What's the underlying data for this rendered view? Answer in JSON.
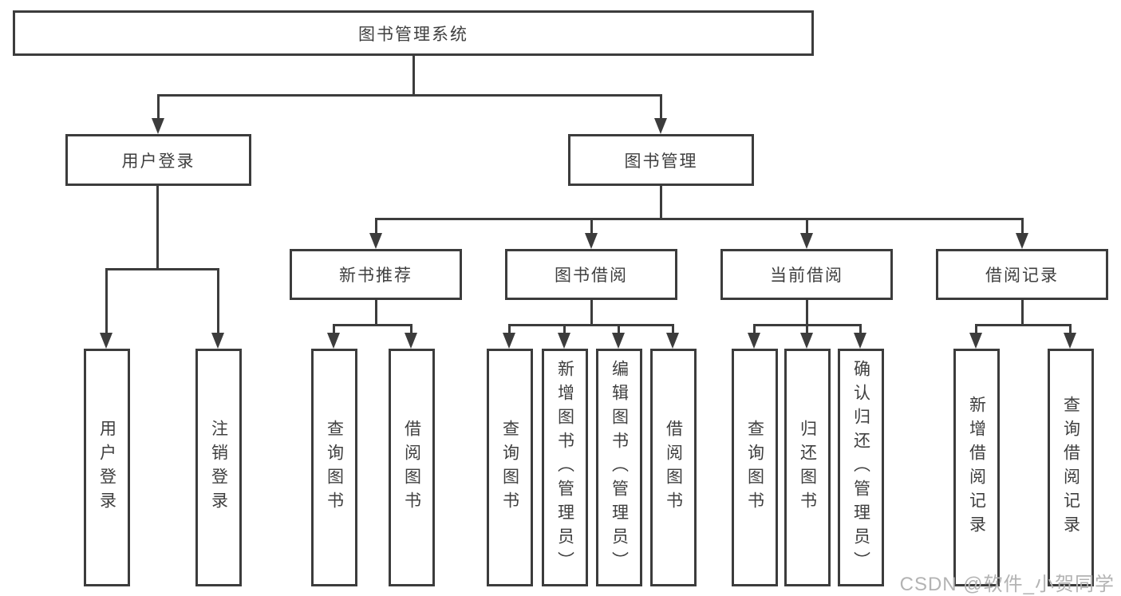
{
  "root": {
    "label": "图书管理系统"
  },
  "level2": {
    "user_login": {
      "label": "用户登录"
    },
    "book_mgmt": {
      "label": "图书管理"
    }
  },
  "level3": {
    "new_book_rec": {
      "label": "新书推荐"
    },
    "book_borrow": {
      "label": "图书借阅"
    },
    "current_borrow": {
      "label": "当前借阅"
    },
    "borrow_record": {
      "label": "借阅记录"
    }
  },
  "leaves": {
    "user_login": [
      "用户登录",
      "注销登录"
    ],
    "new_book_rec": [
      "查询图书",
      "借阅图书"
    ],
    "book_borrow": [
      "查询图书",
      "新增图书（管理员）",
      "编辑图书（管理员）",
      "借阅图书"
    ],
    "current_borrow": [
      "查询图书",
      "归还图书",
      "确认归还（管理员）"
    ],
    "borrow_record": [
      "新增借阅记录",
      "查询借阅记录"
    ]
  },
  "watermark": {
    "text": "CSDN @软件_小贺同学"
  },
  "colors": {
    "line": "#3c3c3c",
    "text": "#3f3f3f",
    "box_fill": "#ffffff",
    "watermark": "#b3b3b3"
  }
}
